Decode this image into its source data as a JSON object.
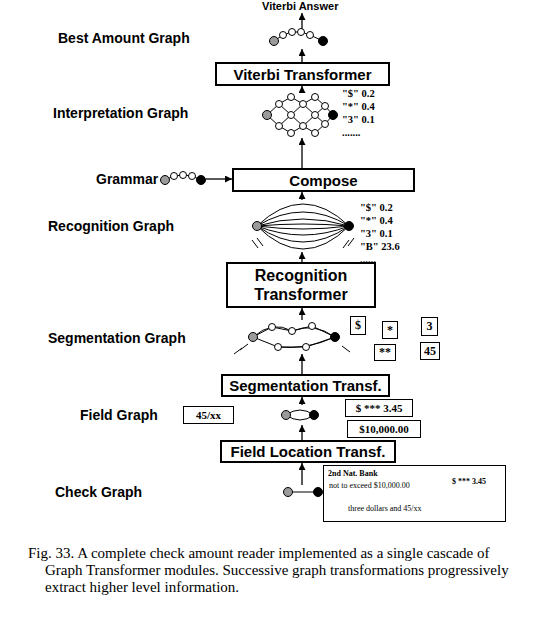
{
  "diagram": {
    "caption": "Fig. 33. A complete check amount reader implemented as a single cascade of Graph Transformer modules. Successive graph transformations progressively extract higher level information.",
    "nodes": [
      {
        "text": [
          "Best Amount Graph"
        ]
      },
      {
        "text": [
          "Viterbi Transformer"
        ]
      },
      {
        "text": [
          "Interpretation Graph"
        ]
      },
      {
        "text": [
          "Grammar"
        ]
      },
      {
        "text": [
          "Compose"
        ]
      },
      {
        "text": [
          "Recognition Graph"
        ]
      },
      {
        "text": [
          "Recognition Transformer"
        ]
      },
      {
        "text": [
          "Segmentation Graph"
        ]
      },
      {
        "text": [
          "$"
        ]
      },
      {
        "text": [
          "*"
        ]
      },
      {
        "text": [
          "3"
        ]
      },
      {
        "text": [
          "**"
        ]
      },
      {
        "text": [
          "45"
        ]
      },
      {
        "text": [
          "Segmentation Transf."
        ]
      },
      {
        "text": [
          "Field Graph"
        ]
      },
      {
        "text": [
          "45/xx"
        ]
      },
      {
        "text": [
          "$ *** 3.45"
        ]
      },
      {
        "text": [
          "$10,000.00"
        ]
      },
      {
        "text": [
          "Field Location Transf."
        ]
      },
      {
        "text": [
          "Check Graph"
        ]
      },
      {
        "text": [
          "2nd Nat. Bank",
          "not to exceed $10,000.00",
          "$ *** 3.45",
          "three dollars and 45/xx"
        ]
      }
    ],
    "edges": [
      {
        "from": 19,
        "to": 18,
        "arrow": "to"
      },
      {
        "from": 18,
        "to": 14,
        "arrow": "to"
      },
      {
        "from": 14,
        "to": 13,
        "arrow": "to"
      },
      {
        "from": 13,
        "to": 7,
        "arrow": "to"
      },
      {
        "from": 7,
        "to": 6,
        "arrow": "to"
      },
      {
        "from": 6,
        "to": 5,
        "arrow": "to"
      },
      {
        "from": 5,
        "to": 4,
        "arrow": "to"
      },
      {
        "from": 3,
        "to": 4,
        "arrow": "to"
      },
      {
        "from": 4,
        "to": 2,
        "arrow": "to"
      },
      {
        "from": 2,
        "to": 1,
        "arrow": "to"
      },
      {
        "from": 1,
        "to": 0,
        "arrow": "to"
      }
    ],
    "labels": [
      "Viterbi Answer",
      "\"$\" 0.2",
      "\"*\" 0.4",
      "\"3\" 0.1",
      ".......",
      "\"$\" 0.2",
      "\"*\" 0.4",
      "\"3\" 0.1",
      "\"B\" 23.6",
      "......"
    ]
  }
}
